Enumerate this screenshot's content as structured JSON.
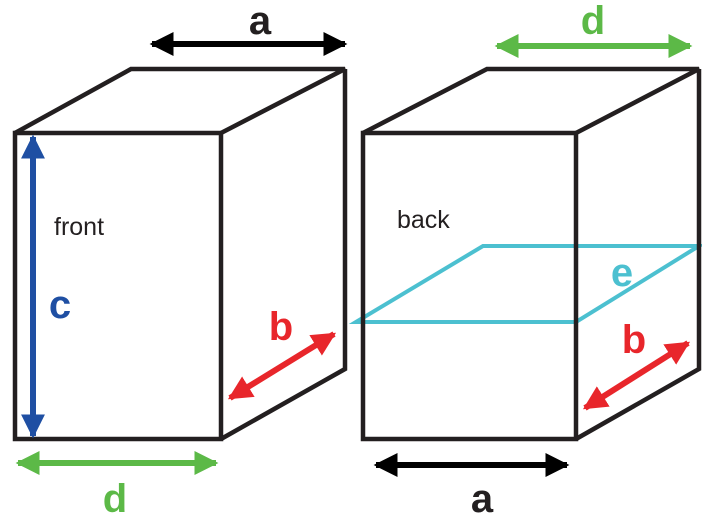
{
  "colors": {
    "edge": "#231f20",
    "a": "#000000",
    "b": "#e8262b",
    "c": "#1f4fa3",
    "d": "#5cb947",
    "e": "#4cc0d0",
    "background": "#ffffff"
  },
  "left_box": {
    "face_label": "front",
    "labels": {
      "a": "a",
      "b": "b",
      "c": "c",
      "d": "d"
    }
  },
  "right_box": {
    "face_label": "back",
    "labels": {
      "a": "a",
      "b": "b",
      "d": "d",
      "e": "e"
    }
  }
}
